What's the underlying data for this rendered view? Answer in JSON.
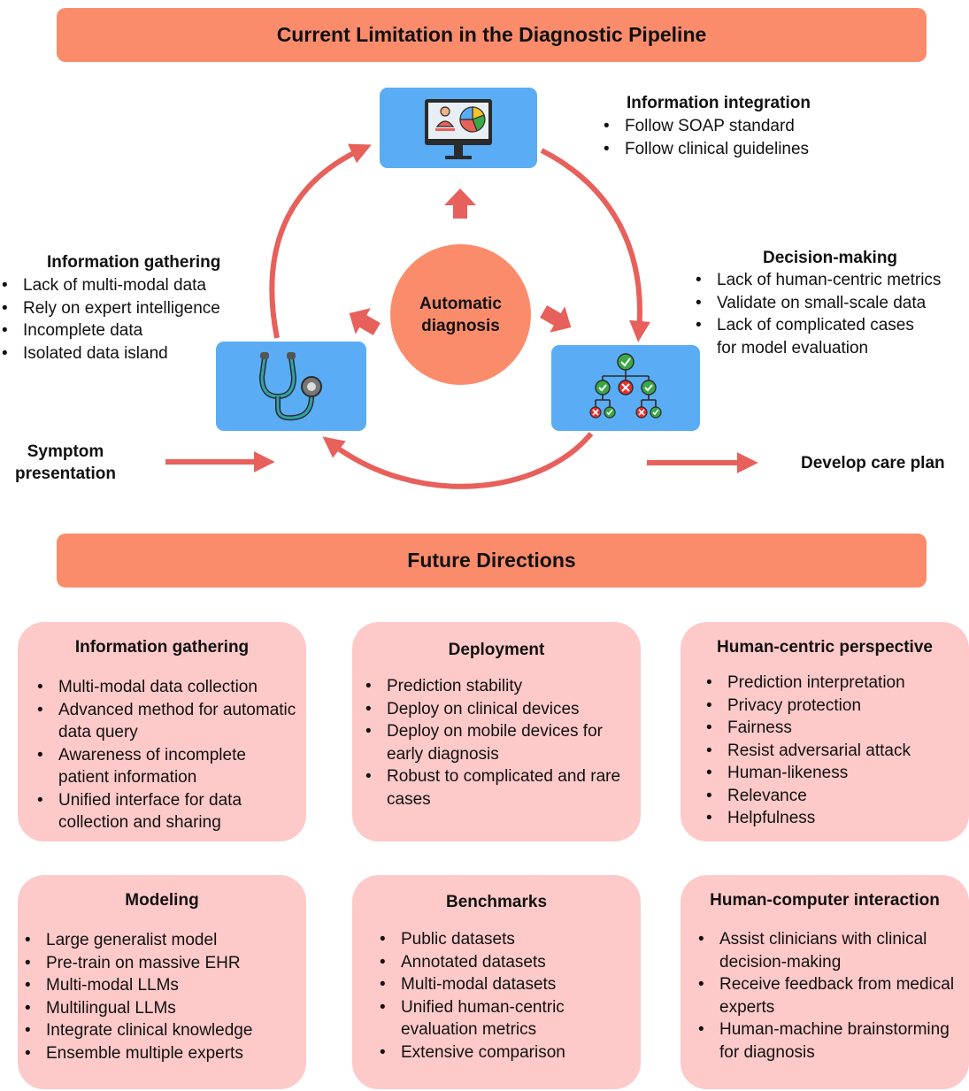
{
  "top_banner": "Current Limitation in the Diagnostic Pipeline",
  "center": {
    "line1": "Automatic",
    "line2": "diagnosis"
  },
  "integration": {
    "heading": "Information integration",
    "items": [
      "Follow SOAP standard",
      "Follow clinical guidelines"
    ]
  },
  "gathering": {
    "heading": "Information gathering",
    "items": [
      "Lack of multi-modal data",
      "Rely on expert intelligence",
      "Incomplete data",
      "Isolated data island"
    ]
  },
  "decision": {
    "heading": "Decision-making",
    "items": [
      "Lack of human-centric metrics",
      "Validate on small-scale data",
      "Lack of complicated cases",
      "for model evaluation"
    ]
  },
  "symptom": {
    "line1": "Symptom",
    "line2": "presentation"
  },
  "care_plan": "Develop care plan",
  "icons": {
    "integration": "monitor-chart-icon",
    "gathering": "stethoscope-icon",
    "decision": "decision-tree-icon"
  },
  "colors": {
    "banner": "#fb8c6b",
    "arrow": "#e8605b",
    "icon_box": "#5aacf5",
    "card": "#fec9c9"
  },
  "future_banner": "Future Directions",
  "cards": {
    "info": {
      "title": "Information gathering",
      "items": [
        "Multi-modal data collection",
        "Advanced method for automatic data query",
        "Awareness of incomplete patient information",
        "Unified interface for data collection and sharing"
      ]
    },
    "deploy": {
      "title": "Deployment",
      "items": [
        "Prediction stability",
        "Deploy on clinical devices",
        "Deploy on mobile devices for early diagnosis",
        "Robust to complicated and rare cases"
      ]
    },
    "human": {
      "title": "Human-centric perspective",
      "items": [
        "Prediction interpretation",
        "Privacy protection",
        "Fairness",
        "Resist adversarial attack",
        "Human-likeness",
        "Relevance",
        "Helpfulness"
      ]
    },
    "model": {
      "title": "Modeling",
      "items": [
        "Large generalist model",
        "Pre-train on massive EHR",
        "Multi-modal LLMs",
        "Multilingual LLMs",
        "Integrate clinical knowledge",
        "Ensemble multiple experts"
      ]
    },
    "bench": {
      "title": "Benchmarks",
      "items": [
        "Public datasets",
        "Annotated datasets",
        "Multi-modal datasets",
        "Unified human-centric evaluation metrics",
        "Extensive comparison"
      ]
    },
    "hci": {
      "title": "Human-computer interaction",
      "items": [
        "Assist clinicians with clinical decision-making",
        "Receive feedback from medical experts",
        "Human-machine brainstorming for diagnosis"
      ]
    }
  }
}
